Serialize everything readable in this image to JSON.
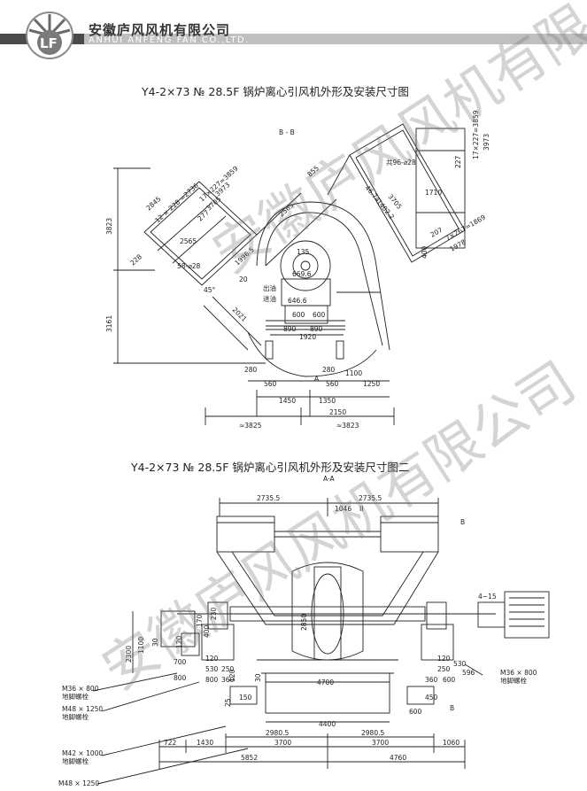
{
  "header": {
    "company_cn": "安徽庐风风机有限公司",
    "company_en": "ANHUI ANFENG FAN CO.,LTD.",
    "logo_icon": "fan-logo-icon"
  },
  "watermark": {
    "text": "安徽庐风风机有限公司"
  },
  "drawing1": {
    "title": "Y4-2×73 № 28.5F 锅炉离心引风机外形及安装尺寸图",
    "section_label": "B - B",
    "dims": {
      "d3823": "3823",
      "d3161": "3161",
      "d2845": "2845",
      "d12x228": "12 × 228 =2736",
      "d17x227": "17×227=3859",
      "d3973": "3973",
      "d3705": "3705",
      "d277": "277",
      "d2565a": "2565",
      "d228": "228",
      "d58": "58-⌀28",
      "d1996": "1996.5",
      "d45": "45°",
      "d20": "20",
      "d2021": "2021",
      "d2565b": "2565",
      "d855": "855",
      "d135": "135",
      "d669": "669.6",
      "d646": "646.6",
      "d600a": "600",
      "d600b": "600",
      "d890a": "890",
      "d890b": "890",
      "d1920": "1920",
      "d280a": "280",
      "d280b": "280",
      "d560a": "560",
      "d560b": "560",
      "d1100": "1100",
      "d1250": "1250",
      "d1450": "1450",
      "d1350": "1350",
      "d2150": "2150",
      "d3825": "≈3825",
      "d3823b": "≈3823",
      "dA": "A",
      "chuyou": "出油",
      "jinyou": "进油",
      "d96": "共96-⌀28",
      "d1710": "1710",
      "d227": "227",
      "d17x227b": "17×227=3859",
      "d3973b": "3973",
      "d7x267": "7×267=1869",
      "d1978": "1978",
      "d207": "207",
      "d400": "400",
      "d4674": "46.74",
      "d1402": "1402.2"
    }
  },
  "drawing2": {
    "title": "Y4-2×73 № 28.5F 锅炉离心引风机外形及安装尺寸图二",
    "section_label": "A-A",
    "dims": {
      "d2735a": "2735.5",
      "d2735b": "2735.5",
      "d1046": "1046",
      "dII": "II",
      "dB1": "B",
      "dB2": "B",
      "d4x15": "4~15",
      "d2850": "2850",
      "d2300": "2300",
      "d1100": "1100",
      "d30": "30",
      "d120a": "120",
      "d170": "170",
      "d230": "230",
      "d400": "400",
      "d120b": "120",
      "d700": "700",
      "d800": "800",
      "d120c": "120",
      "d530a": "530",
      "d250a": "250",
      "d360a": "360",
      "d800b": "800",
      "d4700": "4700",
      "d120d": "120",
      "d250b": "250",
      "d530b": "530",
      "d360b": "360",
      "d600a": "600",
      "d596": "596",
      "d25": "25",
      "d150": "150",
      "d30b": "30",
      "d450": "450",
      "d600b": "600",
      "d4400": "4400",
      "d2980a": "2980.5",
      "d2980b": "2980.5",
      "d722": "722",
      "d1430": "1430",
      "d3700a": "3700",
      "d3700b": "3700",
      "d1060": "1060",
      "d5852": "5852",
      "d4760": "4760",
      "bolt1a": "M36 × 800",
      "bolt1b": "地脚螺栓",
      "bolt2a": "M48 × 1250",
      "bolt2b": "地脚螺栓",
      "bolt3a": "M42 × 1000",
      "bolt3b": "地脚螺栓",
      "bolt4a": "M48 × 1250",
      "bolt5a": "M36 × 800",
      "bolt5b": "地脚螺栓"
    }
  }
}
